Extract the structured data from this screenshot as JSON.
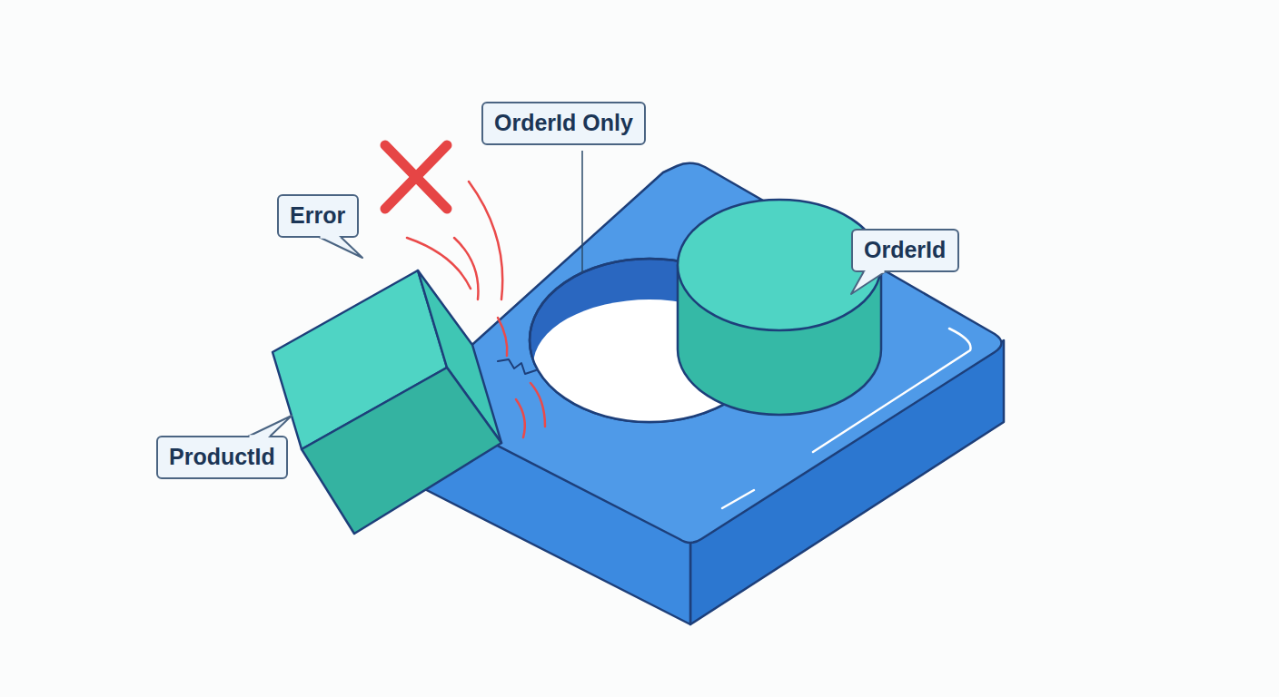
{
  "diagram": {
    "nodes": [
      {
        "text": [
          "OrderId Only"
        ]
      },
      {
        "text": [
          "Error"
        ]
      },
      {
        "text": [
          "OrderId"
        ]
      },
      {
        "text": [
          "ProductId"
        ]
      }
    ]
  }
}
